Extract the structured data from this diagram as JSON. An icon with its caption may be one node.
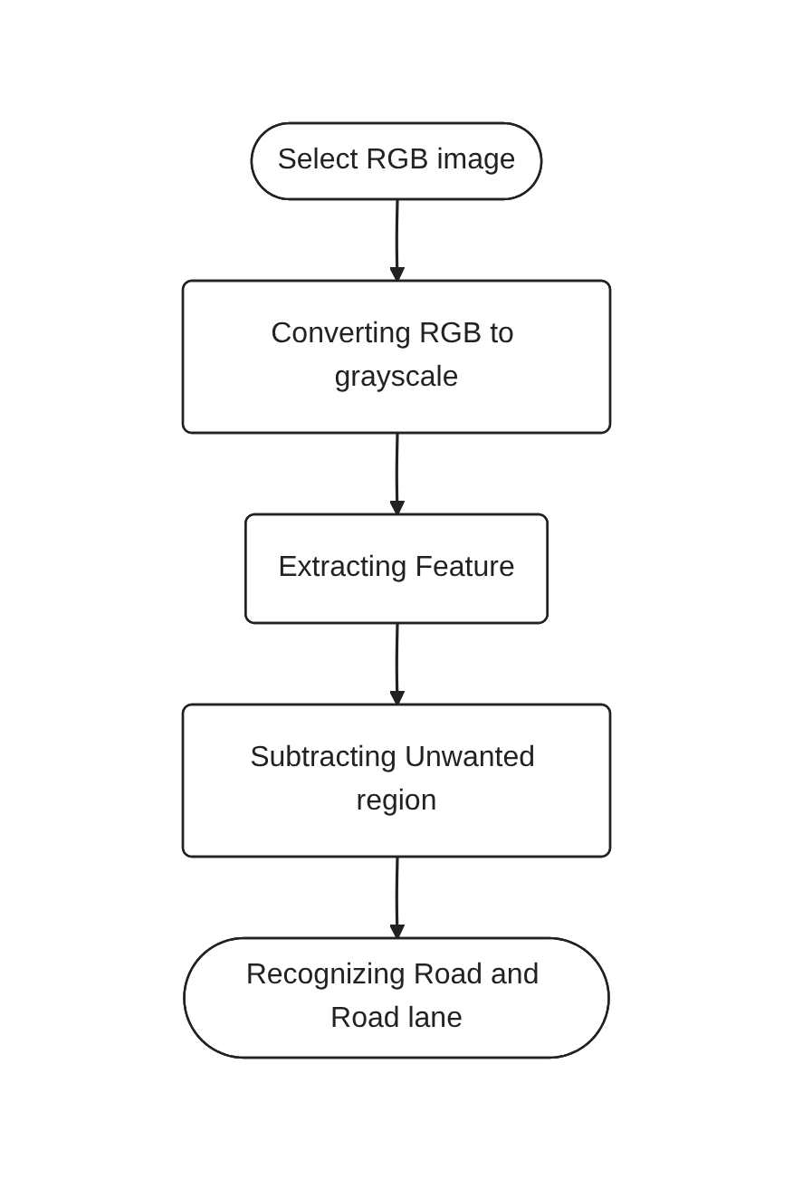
{
  "diagram": {
    "nodes": [
      {
        "text": [
          "Select RGB image"
        ]
      },
      {
        "text": [
          "Converting RGB to grayscale"
        ]
      },
      {
        "text": [
          "Extracting Feature"
        ]
      },
      {
        "text": [
          "Subtracting Unwanted region"
        ]
      },
      {
        "text": [
          "Recognizing Road and Road lane"
        ]
      }
    ],
    "edges": [
      {
        "from": 0,
        "to": 1,
        "arrow": "to"
      },
      {
        "from": 1,
        "to": 2,
        "arrow": "to"
      },
      {
        "from": 2,
        "to": 3,
        "arrow": "to"
      },
      {
        "from": 3,
        "to": 4,
        "arrow": "to"
      }
    ]
  }
}
